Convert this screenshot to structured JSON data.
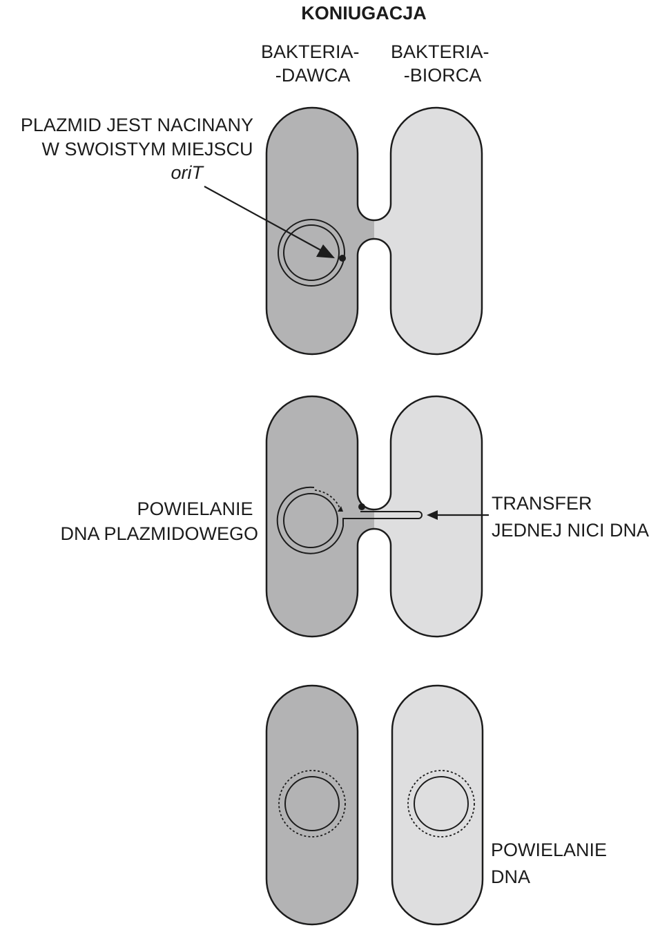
{
  "title": "KONIUGACJA",
  "donor_label": [
    "BAKTERIA-",
    "-DAWCA"
  ],
  "recipient_label": [
    "BAKTERIA-",
    "-BIORCA"
  ],
  "step1_label": [
    "PLAZMID JEST NACINANY",
    "W SWOISTYM MIEJSCU",
    "oriT"
  ],
  "step2_left_label": [
    "POWIELANIE",
    "DNA PLAZMIDOWEGO"
  ],
  "step2_right_label": [
    "TRANSFER",
    "JEDNEJ NICI DNA"
  ],
  "step3_label": [
    "POWIELANIE",
    "DNA"
  ],
  "colors": {
    "donor_fill": "#b3b3b4",
    "recipient_fill": "#dededf",
    "outline": "#1c1c1c",
    "background": "#ffffff"
  }
}
